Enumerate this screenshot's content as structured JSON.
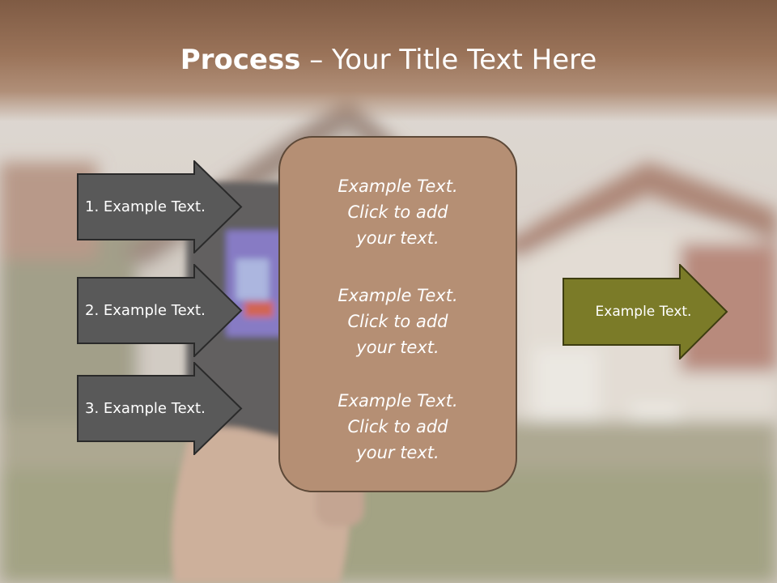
{
  "slide": {
    "title_bold": "Process",
    "title_rest": " – Your Title Text Here"
  },
  "left_steps": [
    {
      "label": "1. Example Text."
    },
    {
      "label": "2. Example Text."
    },
    {
      "label": "3. Example Text."
    }
  ],
  "center_box": {
    "paragraphs": [
      {
        "lines": [
          "Example Text.",
          "Click  to add",
          "your text."
        ]
      },
      {
        "lines": [
          "Example Text.",
          "Click  to add",
          "your text."
        ]
      },
      {
        "lines": [
          "Example Text.",
          "Click  to add",
          "your text."
        ]
      }
    ]
  },
  "result": {
    "label": "Example Text."
  },
  "colors": {
    "title_band": "#7f5b44",
    "step_arrow_fill": "#595959",
    "center_box_fill": "#b58f74",
    "result_arrow_fill": "#7b7b28"
  }
}
